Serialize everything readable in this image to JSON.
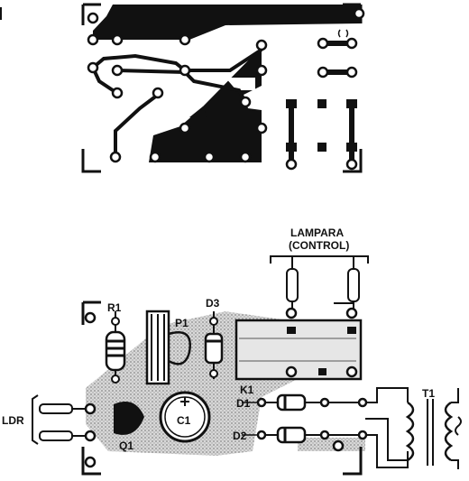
{
  "labels": {
    "lampara": "LAMPARA",
    "control": "(CONTROL)",
    "r1": "R1",
    "p1": "P1",
    "d3": "D3",
    "k1": "K1",
    "d1": "D1",
    "d2": "D2",
    "t1": "T1",
    "c1": "C1",
    "q1": "Q1",
    "ldr": "LDR"
  },
  "colors": {
    "ink": "#111111",
    "shade": "#c9c9c9",
    "paper": "#ffffff"
  }
}
